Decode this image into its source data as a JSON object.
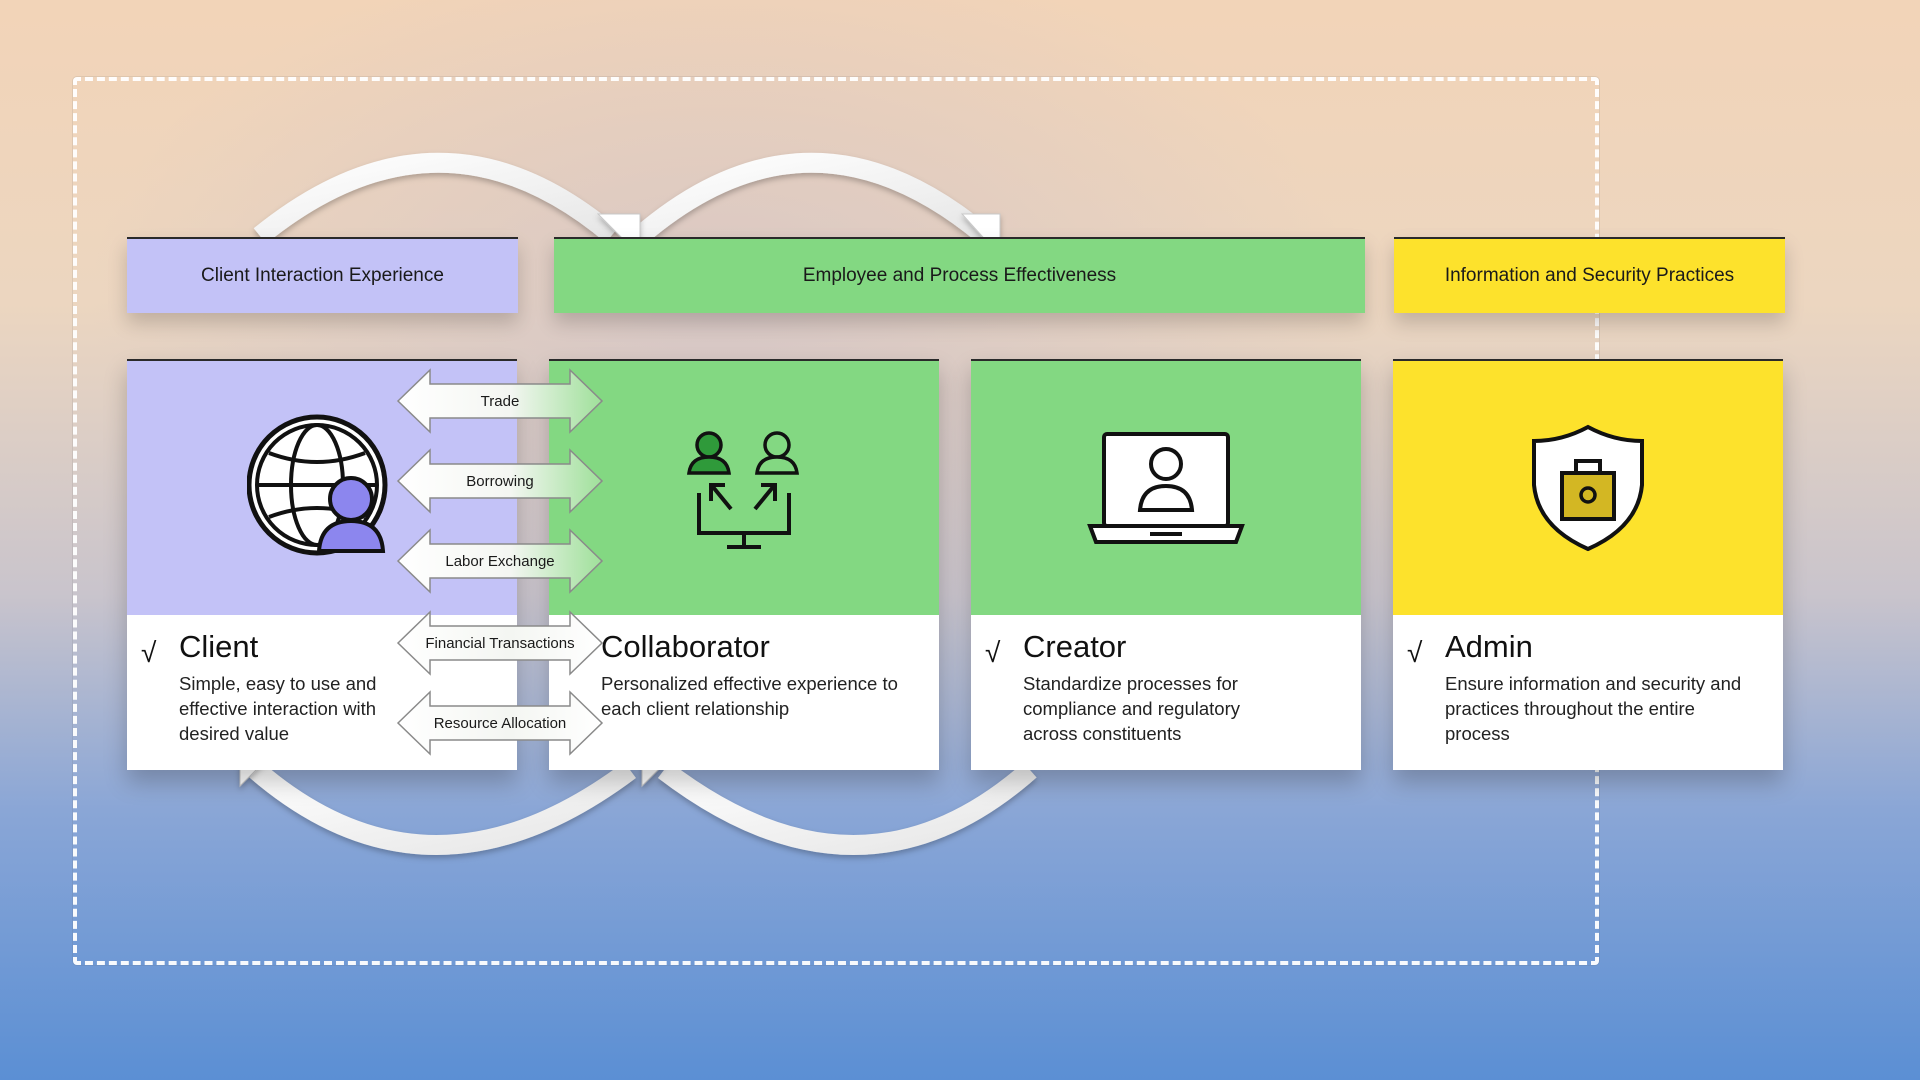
{
  "headers": {
    "client": "Client Interaction Experience",
    "employee": "Employee and Process Effectiveness",
    "security": "Information and Security Practices"
  },
  "cards": {
    "client": {
      "check": "√",
      "title": "Client",
      "desc": "Simple, easy to use and effective interaction with desired value",
      "icon": "globe-user-icon"
    },
    "collaborator": {
      "title": "Collaborator",
      "desc": "Personalized effective experience to each client relationship",
      "icon": "team-collaboration-icon"
    },
    "creator": {
      "check": "√",
      "title": "Creator",
      "desc": "Standardize processes for compliance and regulatory across constituents",
      "icon": "laptop-user-icon"
    },
    "admin": {
      "check": "√",
      "title": "Admin",
      "desc": "Ensure information and security and practices throughout the entire process",
      "icon": "shield-lock-icon"
    }
  },
  "exchanges": [
    "Trade",
    "Borrowing",
    "Labor Exchange",
    "Financial Transactions",
    "Resource Allocation"
  ],
  "colors": {
    "purple": "#c3c2f7",
    "green": "#83d882",
    "yellow": "#fde22c"
  }
}
